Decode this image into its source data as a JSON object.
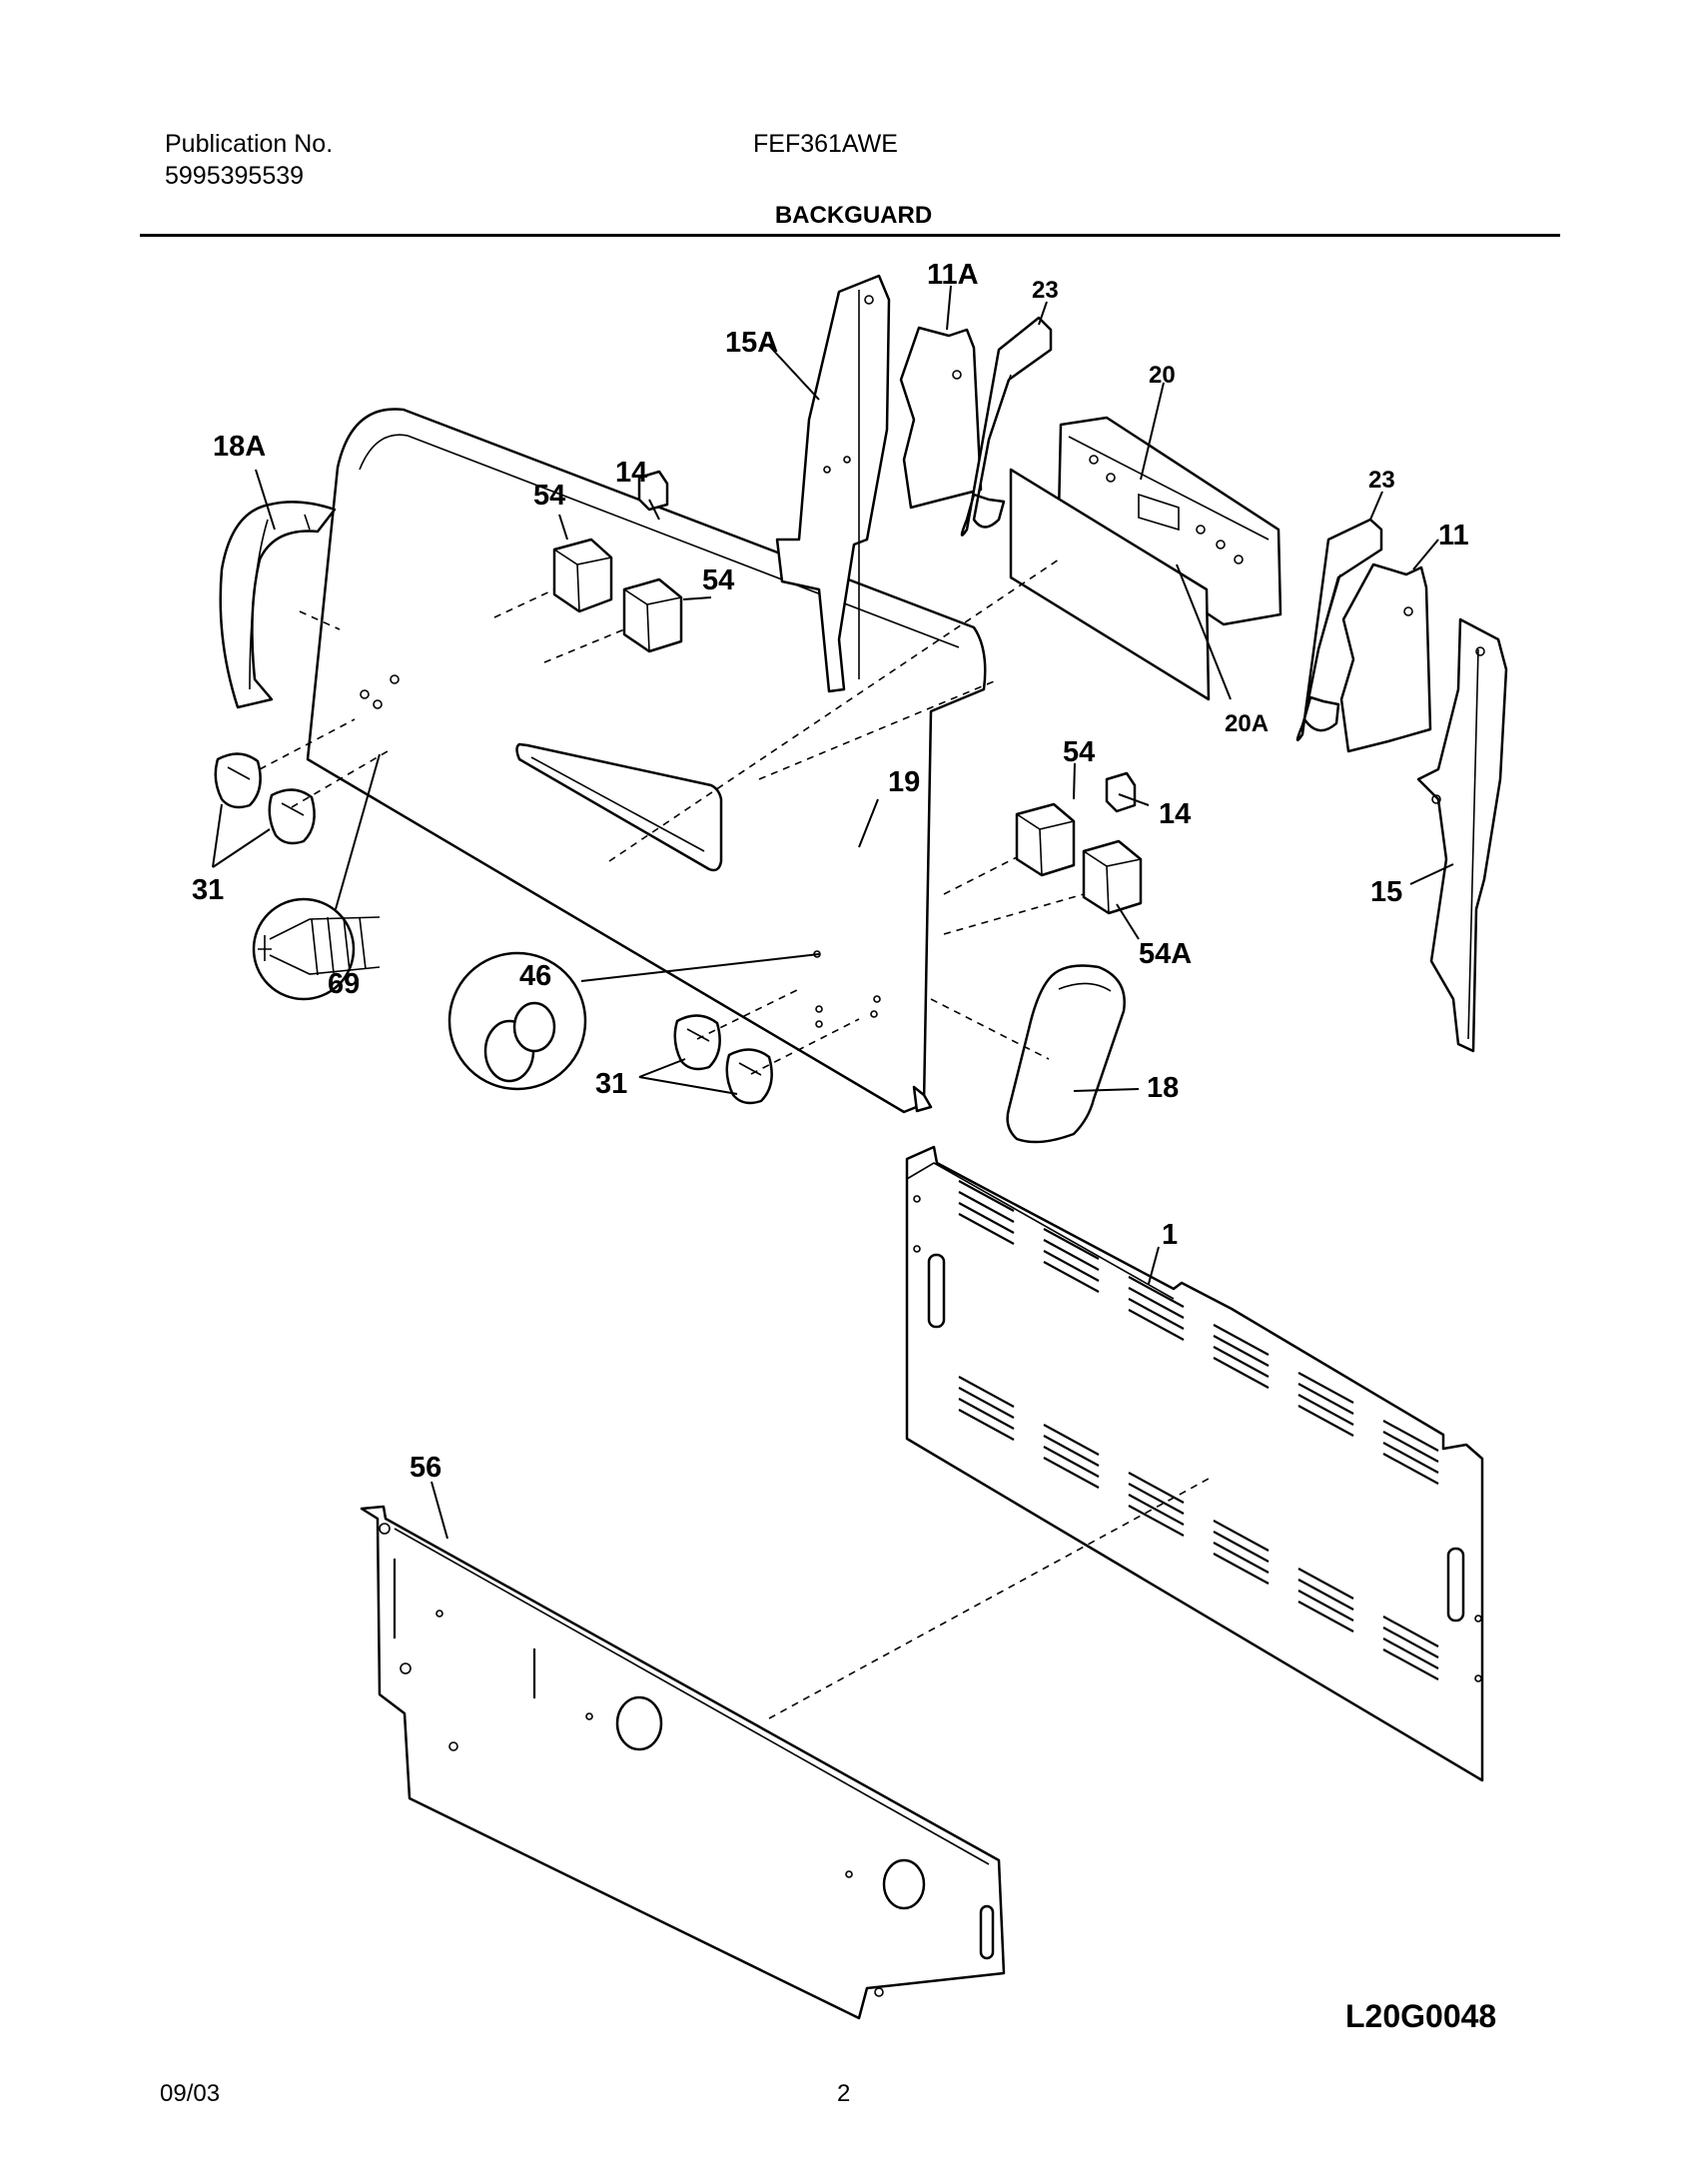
{
  "header": {
    "publication_label": "Publication No.",
    "publication_number": "5995395539",
    "model": "FEF361AWE",
    "section_title": "BACKGUARD"
  },
  "callouts": {
    "p1": "1",
    "p11": "11",
    "p11A": "11A",
    "p14a": "14",
    "p14b": "14",
    "p15": "15",
    "p15A": "15A",
    "p18": "18",
    "p18A": "18A",
    "p19": "19",
    "p20": "20",
    "p20A": "20A",
    "p23a": "23",
    "p23b": "23",
    "p31a": "31",
    "p31b": "31",
    "p46": "46",
    "p54a": "54",
    "p54b": "54",
    "p54c": "54",
    "p54A": "54A",
    "p56": "56",
    "p69": "69"
  },
  "footer": {
    "diagram_code": "L20G0048",
    "date": "09/03",
    "page_number": "2"
  }
}
